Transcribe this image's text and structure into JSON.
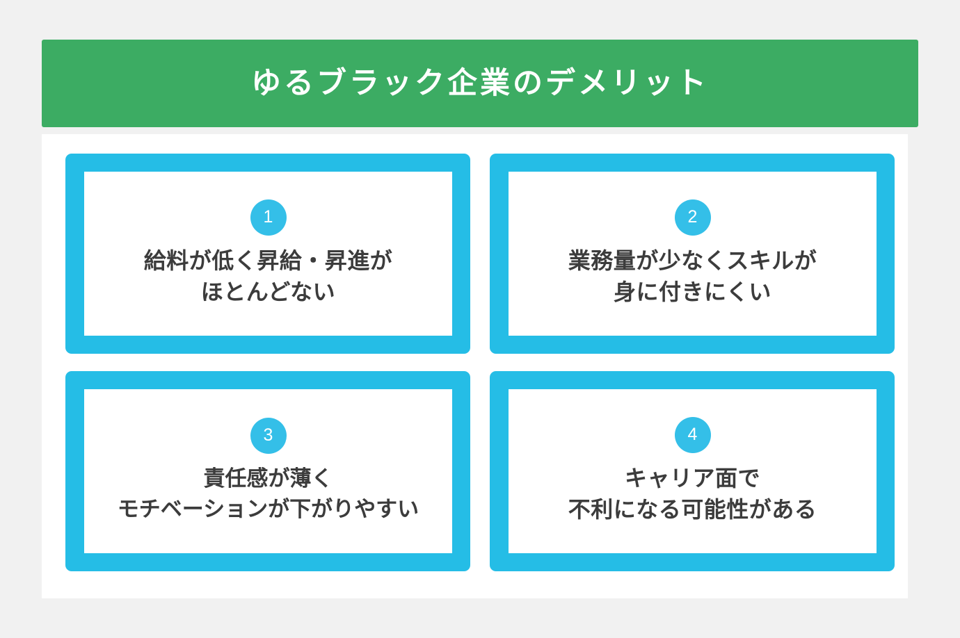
{
  "colors": {
    "page_background": "#f1f1f1",
    "header_green": "#3cac63",
    "card_cyan": "#25bde6",
    "badge_cyan": "#34bfe8",
    "text_dark": "#3c3c3c",
    "panel_white": "#ffffff"
  },
  "header": {
    "title": "ゆるブラック企業のデメリット"
  },
  "cards": [
    {
      "number": "1",
      "lines": [
        "給料が低く昇給・昇進が",
        "ほとんどない"
      ],
      "full_text": "給料が低く昇給・昇進がほとんどない"
    },
    {
      "number": "2",
      "lines": [
        "業務量が少なくスキルが",
        "身に付きにくい"
      ],
      "full_text": "業務量が少なくスキルが身に付きにくい"
    },
    {
      "number": "3",
      "lines": [
        "責任感が薄く",
        "モチベーションが下がりやすい"
      ],
      "full_text": "責任感が薄くモチベーションが下がりやすい"
    },
    {
      "number": "4",
      "lines": [
        "キャリア面で",
        "不利になる可能性がある"
      ],
      "full_text": "キャリア面で不利になる可能性がある"
    }
  ]
}
